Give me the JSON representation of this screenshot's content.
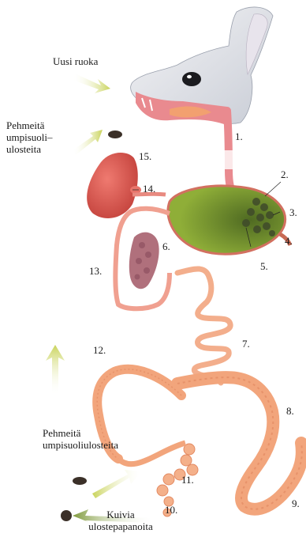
{
  "labels": {
    "new_food": "Uusi ruoka",
    "soft_pellets_top": [
      "Pehmeitä",
      "umpisuoli–",
      "ulosteita"
    ],
    "soft_pellets_bottom": [
      "Pehmeitä",
      "umpisuoliulosteita"
    ],
    "dry_pellets": [
      "Kuivia",
      "ulostepapanoita"
    ]
  },
  "numbers": [
    "1.",
    "2.",
    "3.",
    "4.",
    "5.",
    "6.",
    "7.",
    "8.",
    "9.",
    "10.",
    "11.",
    "12.",
    "13.",
    "14.",
    "15."
  ],
  "colors": {
    "arrow": "#d8dc6a",
    "arrow_dark": "#8ea04a",
    "stomach": "#7d9a2e",
    "intestine": "#f2a77f",
    "intestine_dark": "#e07d58",
    "liver": "#d9514a",
    "mouth": "#e8808a",
    "pellet": "#3b3028"
  }
}
